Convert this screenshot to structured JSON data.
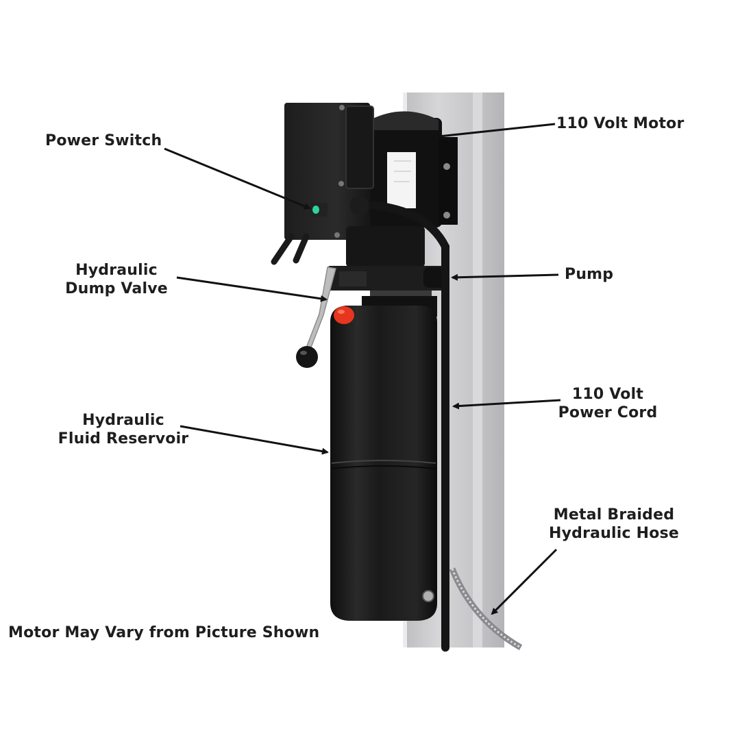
{
  "diagram": {
    "type": "labeled-product-photo",
    "subject": "Hydraulic power unit mounted on lift post",
    "labels": [
      {
        "id": "power-switch",
        "lines": [
          "Power Switch"
        ]
      },
      {
        "id": "motor",
        "lines": [
          "110 Volt Motor"
        ]
      },
      {
        "id": "dump-valve",
        "lines": [
          "Hydraulic",
          "Dump Valve"
        ]
      },
      {
        "id": "pump",
        "lines": [
          "Pump"
        ]
      },
      {
        "id": "power-cord",
        "lines": [
          "110 Volt",
          "Power Cord"
        ]
      },
      {
        "id": "reservoir",
        "lines": [
          "Hydraulic",
          "Fluid Reservoir"
        ]
      },
      {
        "id": "hose",
        "lines": [
          "Metal Braided",
          "Hydraulic Hose"
        ]
      }
    ],
    "footnote": "Motor May Vary from Picture Shown"
  },
  "colors": {
    "background": "#ffffff",
    "post": "#c9c9cb",
    "unit_body": "#1c1c1c",
    "cap": "#e8351f",
    "indicator": "#2fd39a",
    "text": "#1e1e1e"
  }
}
